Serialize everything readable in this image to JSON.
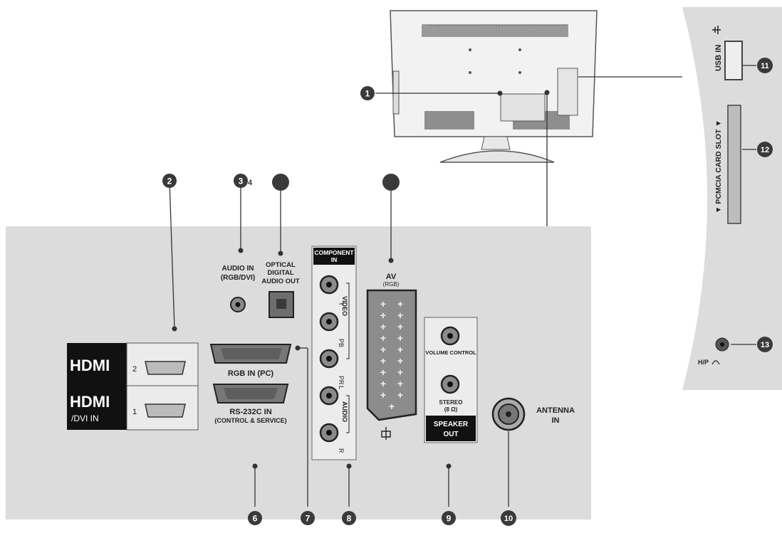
{
  "callouts": {
    "c1": "1",
    "c2": "2",
    "c3": "3",
    "c4": "4",
    "c5": "",
    "c55": "",
    "c6": "6",
    "c7": "7",
    "c8": "8",
    "c9": "9",
    "c10": "10",
    "c11": "11",
    "c12": "12",
    "c13": "13"
  },
  "labels": {
    "audio_in_1": "AUDIO IN",
    "audio_in_2": "(RGB/DVI)",
    "optical_1": "OPTICAL",
    "optical_2": "DIGITAL",
    "optical_3": "AUDIO OUT",
    "component_1": "COMPONENT",
    "component_2": "IN",
    "video": "VIDEO",
    "audio": "AUDIO",
    "y": "Y",
    "pb": "PB",
    "pr": "PR",
    "l": "L",
    "r": "R",
    "av": "AV",
    "av_sub": "(RGB)",
    "rgb_in": "RGB IN (PC)",
    "rs232_1": "RS-232C IN",
    "rs232_2": "(CONTROL & SERVICE)",
    "hdmi": "HDMI",
    "hdmi2_num": "2",
    "hdmi1_num": "1",
    "dvi_in": "/DVI IN",
    "volume_control": "VOLUME CONTROL",
    "stereo_1": "STEREO",
    "stereo_2": "(8 Ω)",
    "speaker_1": "SPEAKER",
    "speaker_2": "OUT",
    "antenna_1": "ANTENNA",
    "antenna_2": "IN",
    "usb_in": "USB IN",
    "pcmcia": "▼ PCMCIA CARD SLOT ▼",
    "headphone": "H/P"
  },
  "colors": {
    "panel": "#dcdcdc",
    "tv_body": "#f1f1f1",
    "callout": "#3a3a3a",
    "line": "#333333"
  }
}
